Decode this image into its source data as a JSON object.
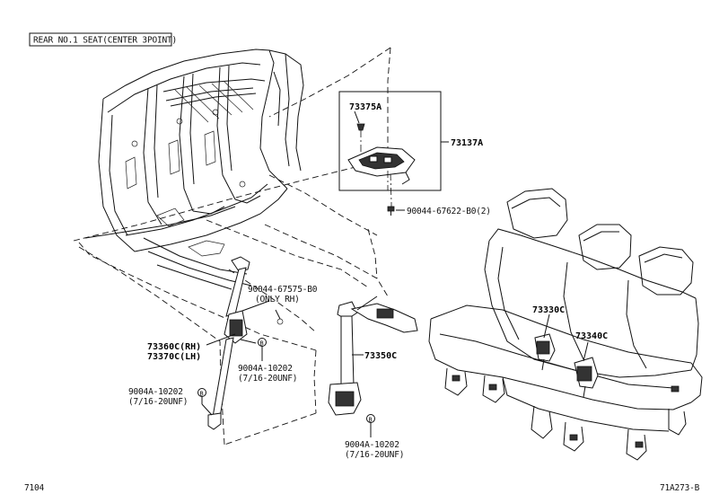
{
  "header_box": {
    "text": "REAR NO.1 SEAT(CENTER 3POINT)"
  },
  "callouts": {
    "p73375A": "73375A",
    "p73137A": "73137A",
    "p90044_67622": "90044-67622-B0(2)",
    "p90044_67575_a": "90044-67575-B0",
    "p90044_67575_b": "(ONLY RH)",
    "p73360C": "73360C(RH)",
    "p73370C": "73370C(LH)",
    "p9004A_mid_a": "9004A-10202",
    "p9004A_mid_b": "(7/16-20UNF)",
    "p9004A_left_a": "9004A-10202",
    "p9004A_left_b": "(7/16-20UNF)",
    "p73350C": "73350C",
    "p9004A_bot_a": "9004A-10202",
    "p9004A_bot_b": "(7/16-20UNF)",
    "p73330C": "73330C",
    "p73340C": "73340C"
  },
  "bolt_marker": "B",
  "footer": {
    "left": "7104",
    "right": "71A273-B"
  }
}
